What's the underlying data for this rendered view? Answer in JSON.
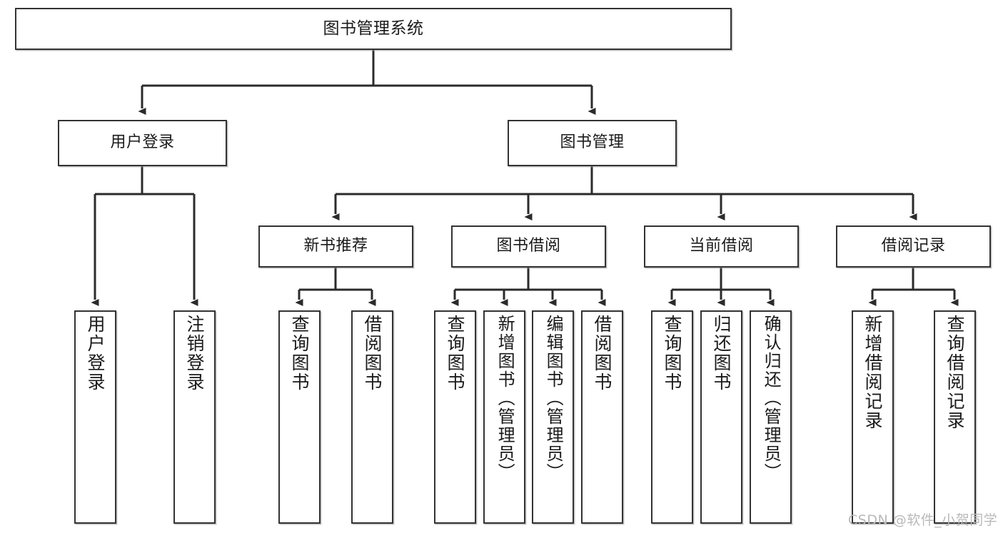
{
  "diagram": {
    "type": "tree-hierarchy-chart",
    "title": "图书管理系统",
    "watermark": "CSDN @软件_小贺同学",
    "colors": {
      "box_border": "#333333",
      "box_fill": "#ffffff",
      "connector": "#1a1a1a",
      "text": "#1a1a1a",
      "watermark": "#b9b9b9",
      "background": "#ffffff"
    },
    "levels": {
      "root": "图书管理系统",
      "level2": [
        "用户登录",
        "图书管理"
      ],
      "level3": [
        "新书推荐",
        "图书借阅",
        "当前借阅",
        "借阅记录"
      ]
    }
  },
  "nodes": {
    "root": {
      "label": "图书管理系统"
    },
    "user_login": {
      "label": "用户登录"
    },
    "book_manage": {
      "label": "图书管理"
    },
    "new_book_rec": {
      "label": "新书推荐"
    },
    "book_borrow": {
      "label": "图书借阅"
    },
    "current_borrow": {
      "label": "当前借阅"
    },
    "borrow_record": {
      "label": "借阅记录"
    },
    "leaf_user_login": {
      "label": "用户登录"
    },
    "leaf_logout": {
      "label": "注销登录"
    },
    "leaf_query_book_1": {
      "label": "查询图书"
    },
    "leaf_borrow_book_1": {
      "label": "借阅图书"
    },
    "leaf_query_book_2": {
      "label": "查询图书"
    },
    "leaf_add_book": {
      "label": "新增图书（管理员）"
    },
    "leaf_edit_book": {
      "label": "编辑图书（管理员）"
    },
    "leaf_borrow_book_2": {
      "label": "借阅图书"
    },
    "leaf_query_book_3": {
      "label": "查询图书"
    },
    "leaf_return_book": {
      "label": "归还图书"
    },
    "leaf_confirm_return": {
      "label": "确认归还（管理员）"
    },
    "leaf_add_record": {
      "label": "新增借阅记录"
    },
    "leaf_query_record": {
      "label": "查询借阅记录"
    }
  }
}
